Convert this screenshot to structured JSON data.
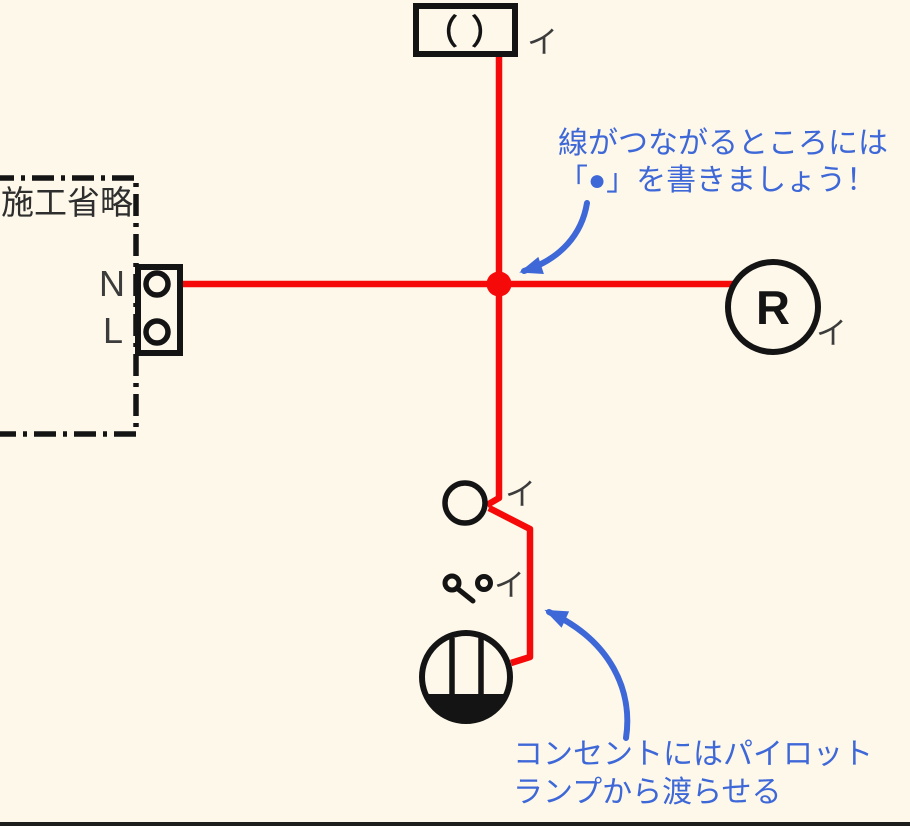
{
  "colors": {
    "background": "#FDF8EA",
    "wire_red": "#F60909",
    "annotation_blue": "#3E68D8",
    "ink_black": "#141414",
    "label_gray": "#3C3C3C"
  },
  "components": {
    "ceiling_rosette": {
      "label": "（ ）",
      "circuit_mark": "イ"
    },
    "power_source": {
      "title": "施工省略",
      "terminal_n": "N",
      "terminal_l": "L"
    },
    "lamp_receptacle": {
      "label": "R",
      "circuit_mark": "イ"
    },
    "pilot_lamp": {
      "circuit_mark": "イ"
    },
    "switch": {
      "circuit_mark": "イ"
    }
  },
  "annotations": {
    "junction_note": {
      "line1": "線がつながるところには",
      "line2": "「●」を書きましょう！"
    },
    "outlet_note": {
      "line1": "コンセントにはパイロット",
      "line2": "ランプから渡らせる"
    }
  }
}
